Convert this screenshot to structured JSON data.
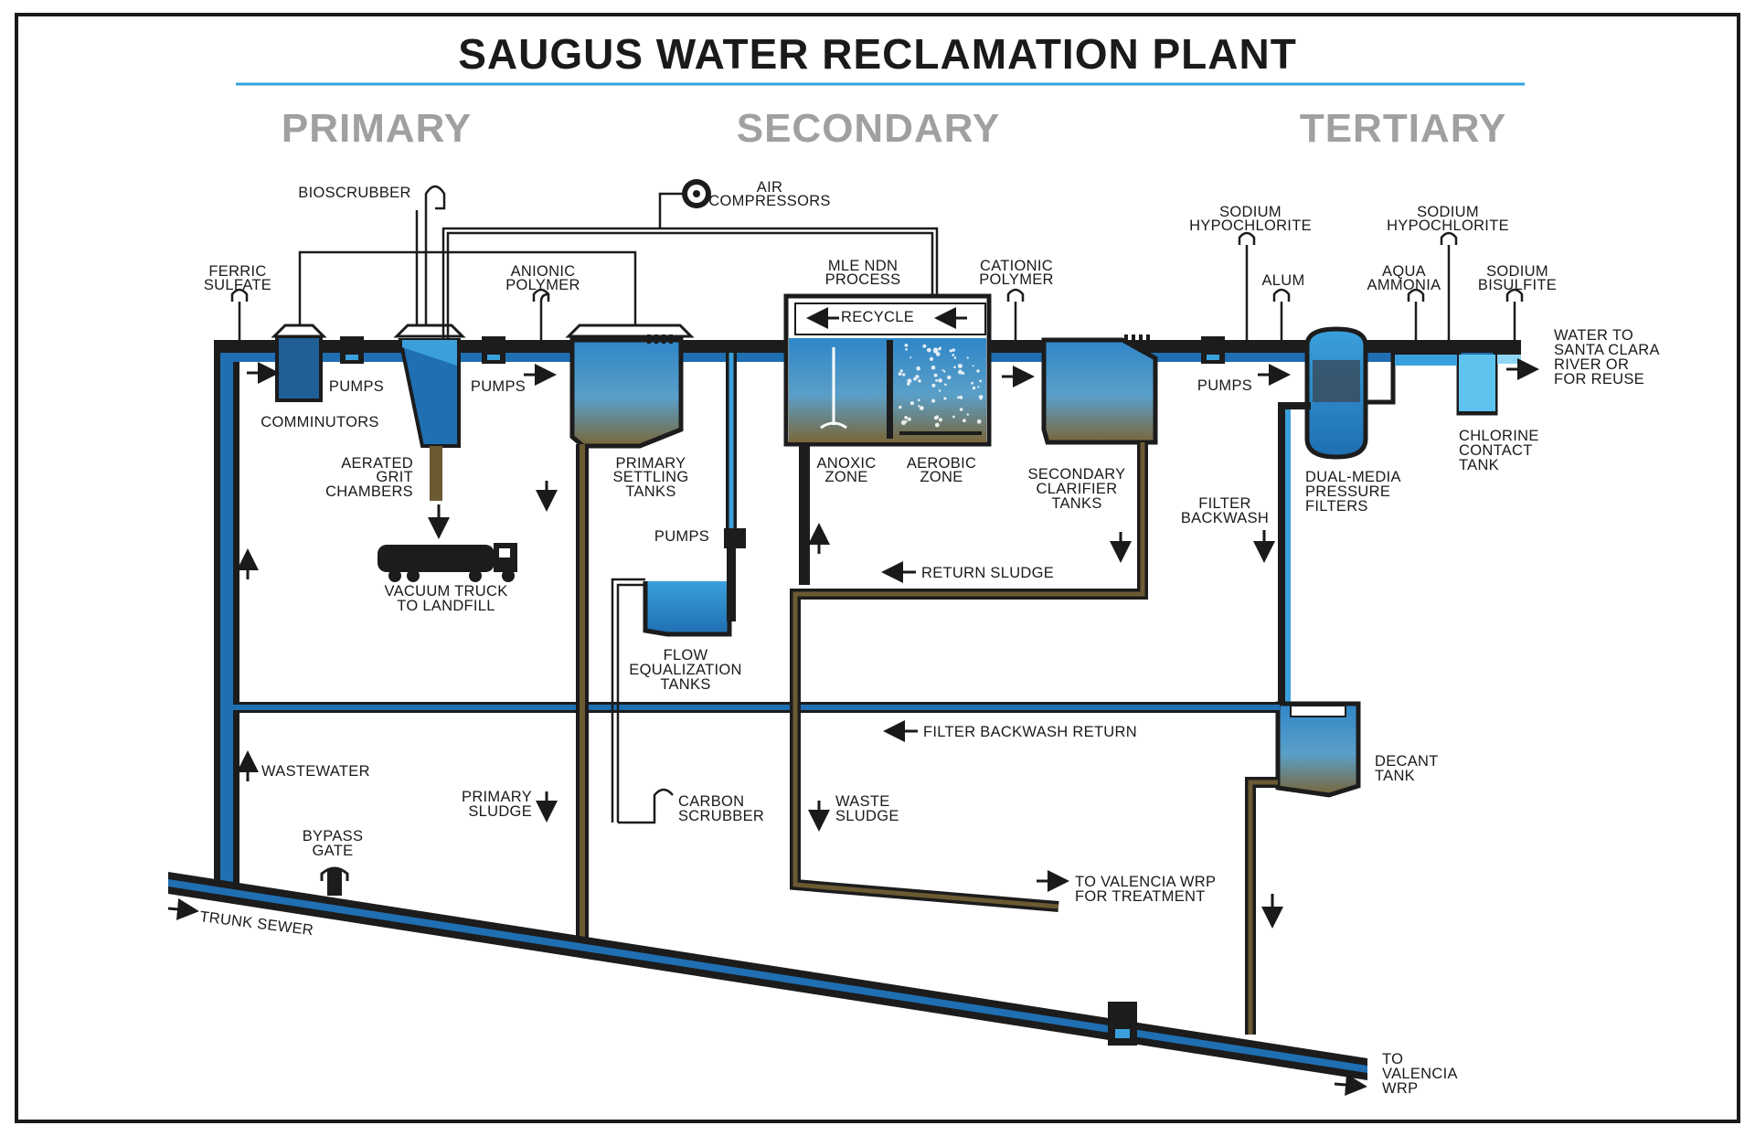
{
  "title": "SAUGUS WATER RECLAMATION PLANT",
  "sections": [
    "PRIMARY",
    "SECONDARY",
    "TERTIARY"
  ],
  "labels": {
    "bioscrubber": "BIOSCRUBBER",
    "air_compressors": [
      "AIR",
      "COMPRESSORS"
    ],
    "ferric_sulfate": [
      "FERRIC",
      "SULFATE"
    ],
    "anionic_polymer": [
      "ANIONIC",
      "POLYMER"
    ],
    "mle_ndn": [
      "MLE NDN",
      "PROCESS"
    ],
    "recycle": "RECYCLE",
    "cationic_polymer": [
      "CATIONIC",
      "POLYMER"
    ],
    "sodium_hypo_1": [
      "SODIUM",
      "HYPOCHLORITE"
    ],
    "alum": "ALUM",
    "aqua_ammonia": [
      "AQUA",
      "AMMONIA"
    ],
    "sodium_hypo_2": [
      "SODIUM",
      "HYPOCHLORITE"
    ],
    "sodium_bisulfite": [
      "SODIUM",
      "BISULFITE"
    ],
    "water_to_river": [
      "WATER TO",
      "SANTA CLARA",
      "RIVER OR",
      "FOR REUSE"
    ],
    "pumps_1": "PUMPS",
    "pumps_2": "PUMPS",
    "pumps_3": "PUMPS",
    "pumps_4": "PUMPS",
    "comminutors": "COMMINUTORS",
    "aerated_grit": [
      "AERATED",
      "GRIT",
      "CHAMBERS"
    ],
    "primary_settling": [
      "PRIMARY",
      "SETTLING",
      "TANKS"
    ],
    "anoxic_zone": [
      "ANOXIC",
      "ZONE"
    ],
    "aerobic_zone": [
      "AEROBIC",
      "ZONE"
    ],
    "secondary_clarifier": [
      "SECONDARY",
      "CLARIFIER",
      "TANKS"
    ],
    "dual_media": [
      "DUAL-MEDIA",
      "PRESSURE",
      "FILTERS"
    ],
    "chlorine_contact": [
      "CHLORINE",
      "CONTACT",
      "TANK"
    ],
    "filter_backwash": [
      "FILTER",
      "BACKWASH"
    ],
    "vacuum_truck": [
      "VACUUM TRUCK",
      "TO LANDFILL"
    ],
    "return_sludge": "RETURN SLUDGE",
    "flow_eq": [
      "FLOW",
      "EQUALIZATION",
      "TANKS"
    ],
    "filter_backwash_return": "FILTER BACKWASH RETURN",
    "decant_tank": [
      "DECANT",
      "TANK"
    ],
    "wastewater": "WASTEWATER",
    "primary_sludge": [
      "PRIMARY",
      "SLUDGE"
    ],
    "carbon_scrubber": [
      "CARBON",
      "SCRUBBER"
    ],
    "waste_sludge": [
      "WASTE",
      "SLUDGE"
    ],
    "bypass_gate": [
      "BYPASS",
      "GATE"
    ],
    "to_valencia_treatment": [
      "TO VALENCIA WRP",
      "FOR TREATMENT"
    ],
    "trunk_sewer": "TRUNK SEWER",
    "to_valencia_wrp": [
      "TO",
      "VALENCIA",
      "WRP"
    ]
  },
  "colors": {
    "pipe_dark": "#1c1c1c",
    "water_blue": "#1f6fb2",
    "water_light": "#3aa0dc",
    "sludge_brown": "#6b5a32",
    "accent_rule": "#2ea3dc",
    "section_gray": "#a0a0a0"
  }
}
